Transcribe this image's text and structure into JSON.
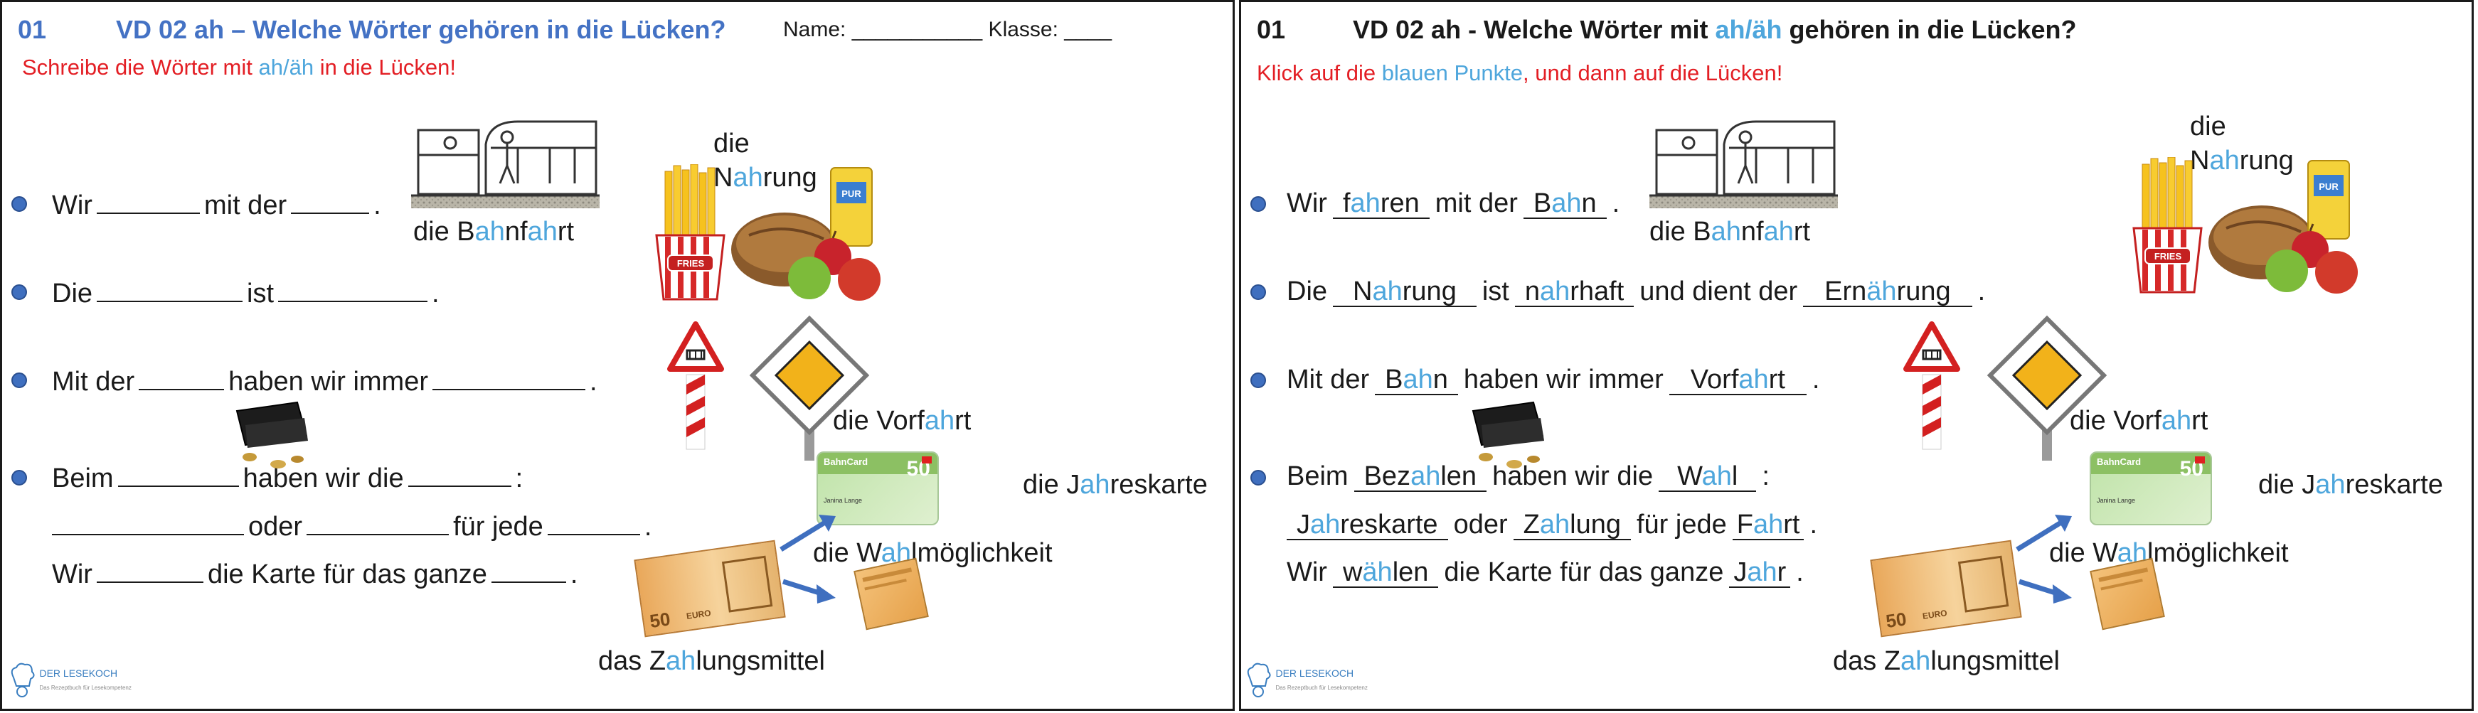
{
  "left": {
    "number": "01",
    "title_prefix": "VD 02 ah – Welche Wörter gehören in die Lücken?",
    "name_label": "Name: ___________ Klasse: ____",
    "instr_a": "Schreibe die Wörter mit ",
    "instr_b": "ah/äh",
    "instr_c": " in die Lücken!",
    "s1_a": "Wir",
    "s1_b": "mit der",
    "s1_c": ".",
    "s2_a": "Die",
    "s2_b": "ist",
    "s2_c": ".",
    "s3_a": "Mit der",
    "s3_b": "haben wir immer",
    "s3_c": ".",
    "s4_a": "Beim",
    "s4_b": "haben wir die",
    "s4_c": ":",
    "s5_a": "oder",
    "s5_b": "für jede",
    "s5_c": ".",
    "s6_a": "Wir",
    "s6_b": "die Karte für das  ganze",
    "s6_c": "."
  },
  "right": {
    "number": "01",
    "title_a": "VD 02 ah - Welche Wörter mit ",
    "title_b": "ah/äh",
    "title_c": " gehören in die Lücken?",
    "instr_a": "Klick auf die ",
    "instr_b": "blauen Punkte",
    "instr_c": ", und dann auf die Lücken!",
    "s1_a": "Wir",
    "s1_b": "mit der",
    "s1_c": ".",
    "s2_a": "Die",
    "s2_b": "ist",
    "s2_c": "und dient der",
    "s2_d": ".",
    "s3_a": "Mit der",
    "s3_b": "haben wir immer",
    "s3_c": ".",
    "s4_a": "Beim",
    "s4_b": "haben wir die",
    "s4_c": ":",
    "s5_a": "oder",
    "s5_b": "für jede",
    "s5_c": ".",
    "s6_a": "Wir",
    "s6_b": "die Karte für das  ganze",
    "s6_c": ".",
    "answers": {
      "fahren": [
        "f",
        "ah",
        "ren"
      ],
      "bahn": [
        "B",
        "ah",
        "n"
      ],
      "nahrung": [
        "N",
        "ah",
        "rung"
      ],
      "nahrhaft": [
        "n",
        "ah",
        "rhaft"
      ],
      "ernaehrung": [
        "Ern",
        "äh",
        "rung"
      ],
      "bahn2": [
        "B",
        "ah",
        "n"
      ],
      "vorfahrt": [
        "Vorf",
        "ah",
        "rt"
      ],
      "bezahlen": [
        "Bez",
        "ah",
        "len"
      ],
      "wahl": [
        "W",
        "ah",
        "l"
      ],
      "jahreskarte": [
        "J",
        "ah",
        "reskarte"
      ],
      "zahlung": [
        "Z",
        "ah",
        "lung"
      ],
      "fahrt": [
        "F",
        "ah",
        "rt"
      ],
      "waehlen": [
        "w",
        "äh",
        "len"
      ],
      "jahr": [
        "J",
        "ah",
        "r"
      ]
    }
  },
  "captions": {
    "nahrung_1": "die",
    "nahrung_2": [
      "N",
      "ah",
      "rung"
    ],
    "bahnfahrt": [
      "die B",
      "ah",
      "nf",
      "ah",
      "rt"
    ],
    "vorfahrt": [
      "die Vorf",
      "ah",
      "rt"
    ],
    "jahreskarte": [
      "die J",
      "ah",
      "reskarte"
    ],
    "wahlmoeglichkeit": [
      "die W",
      "ah",
      "lmöglichkeit"
    ],
    "zahlungsmittel": [
      "das Z",
      "ah",
      "lungsmittel"
    ]
  },
  "card": {
    "brand": "BahnCard",
    "value": "50",
    "holder": "Janina Lange"
  },
  "fries_label": "FRIES",
  "pasta_label": "PUR",
  "banknote_value": "50",
  "banknote_currency": "EURO",
  "logo": {
    "name": "DER LESEKOCH",
    "sub": "Das Rezeptbuch für Lesekompetenz"
  },
  "colors": {
    "accent_blue": "#4472c4",
    "highlight": "#4ea6dc",
    "instruction_red": "#e31e24",
    "dot": "#3f6fbf"
  }
}
